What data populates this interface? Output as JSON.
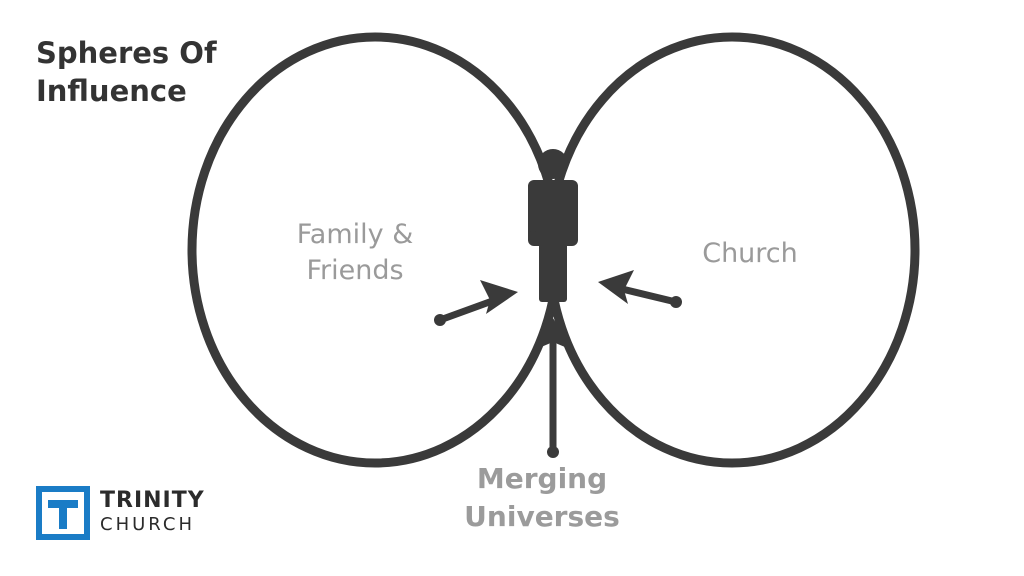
{
  "title": {
    "line1": "Spheres Of",
    "line2": "Influence"
  },
  "circles": {
    "left": {
      "line1": "Family &",
      "line2": "Friends"
    },
    "right": {
      "label": "Church"
    }
  },
  "caption": {
    "line1": "Merging",
    "line2": "Universes"
  },
  "logo": {
    "line1": "TRINITY",
    "line2": "CHURCH",
    "color": "#1a7cc6"
  },
  "colors": {
    "ink": "#3a3a3a",
    "label": "#9a9a9a",
    "title": "#333333"
  },
  "icons": {
    "center": "person-icon",
    "arrows": "arrow-icon"
  }
}
